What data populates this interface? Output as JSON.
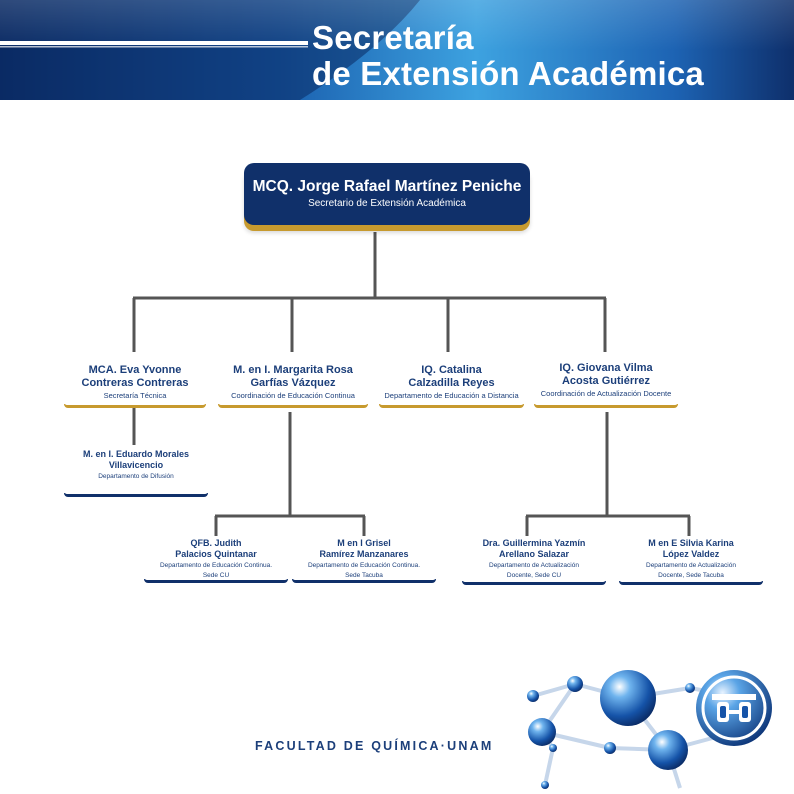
{
  "header": {
    "title_line1": "Secretaría",
    "title_line2": "de Extensión Académica"
  },
  "top": {
    "name": "MCQ. Jorge Rafael Martínez Peniche",
    "role": "Secretario de Extensión Académica"
  },
  "level2": [
    {
      "name_l1": "MCA. Eva Yvonne",
      "name_l2": "Contreras Contreras",
      "role": "Secretaría Técnica"
    },
    {
      "name_l1": "M. en I. Margarita Rosa",
      "name_l2": "Garfías Vázquez",
      "role": "Coordinación de Educación Continua"
    },
    {
      "name_l1": "IQ. Catalina",
      "name_l2": "Calzadilla Reyes",
      "role": "Departamento de Educación a Distancia"
    },
    {
      "name_l1": "IQ. Giovana Vilma",
      "name_l2": "Acosta Gutiérrez",
      "role": "Coordinación de Actualización Docente"
    }
  ],
  "level3": [
    {
      "name_l1": "M. en I. Eduardo Morales",
      "name_l2": "Villavicencio",
      "role_l1": "Departamento de Difusión",
      "role_l2": ""
    },
    {
      "name_l1": "QFB. Judith",
      "name_l2": "Palacios Quintanar",
      "role_l1": "Departamento de Educación Continua.",
      "role_l2": "Sede CU"
    },
    {
      "name_l1": "M en I Grisel",
      "name_l2": "Ramírez Manzanares",
      "role_l1": "Departamento de Educación Continua.",
      "role_l2": "Sede Tacuba"
    },
    {
      "name_l1": "Dra. Guillermina Yazmín",
      "name_l2": "Arellano Salazar",
      "role_l1": "Departamento de Actualización",
      "role_l2": "Docente, Sede CU"
    },
    {
      "name_l1": "M en E Silvia Karina",
      "name_l2": "López Valdez",
      "role_l1": "Departamento de Actualización",
      "role_l2": "Docente, Sede Tacuba"
    }
  ],
  "footer": {
    "text": "FACULTAD DE QUÍMICA·UNAM"
  },
  "colors": {
    "navy": "#10306a",
    "gold": "#c79a2e",
    "connector": "#555555",
    "header_light": "#3fa0dc"
  }
}
